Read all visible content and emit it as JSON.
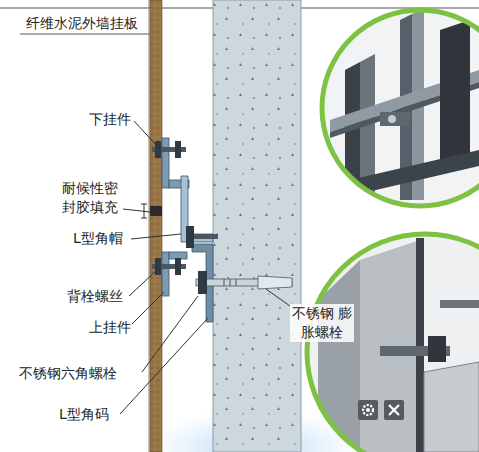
{
  "diagram": {
    "labels": [
      "纤维水泥外墙挂板",
      "下挂件",
      "耐候性密 封胶填充",
      "L型角帽",
      "背栓螺丝",
      "上挂件",
      "不锈钢六角螺栓",
      "L型角码",
      "不锈钢 膨胀螺栓"
    ]
  }
}
